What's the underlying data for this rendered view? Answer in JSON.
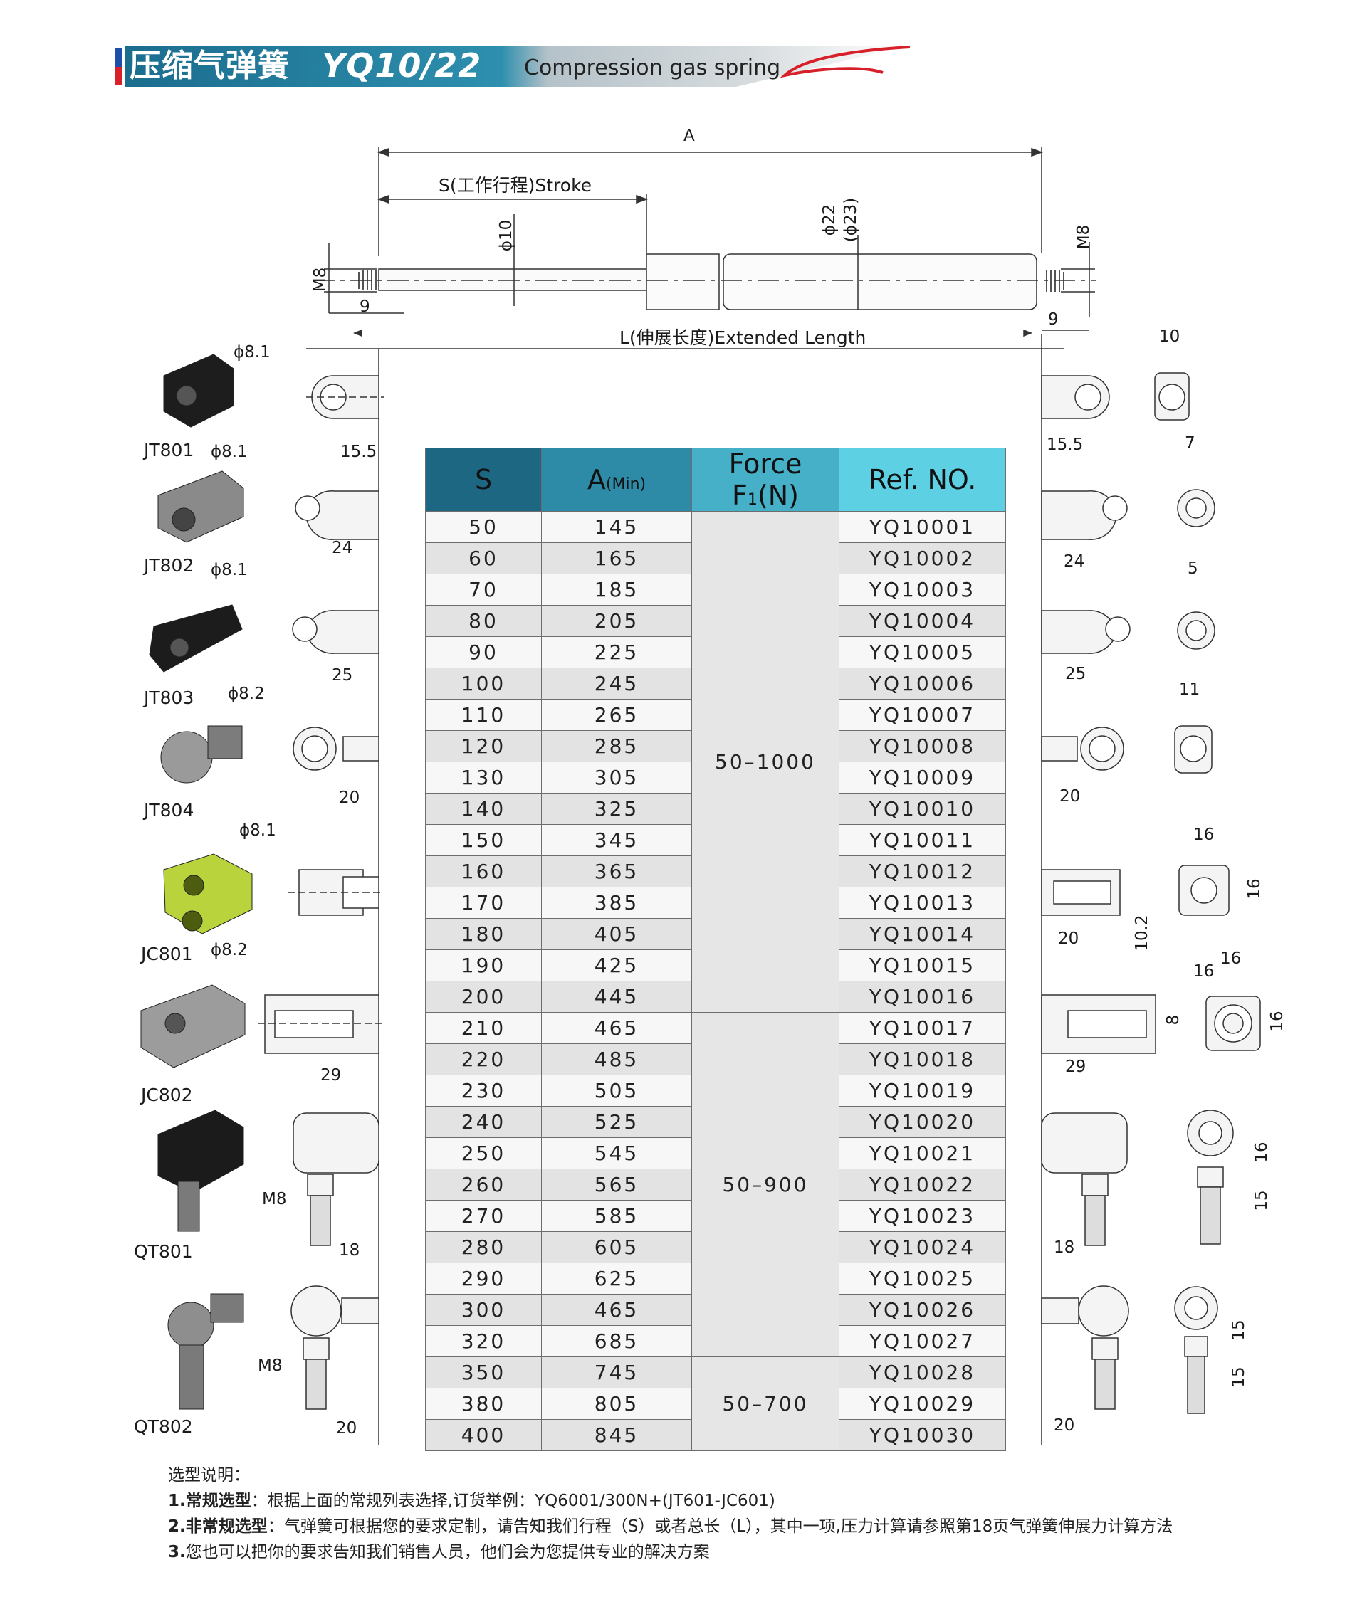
{
  "header": {
    "title_cn": "压缩气弹簧",
    "model": "YQ10/22",
    "title_en": "Compression gas spring"
  },
  "drawing": {
    "dim_A": "A",
    "dim_stroke": "S(工作行程)Stroke",
    "dim_extended": "L(伸展长度)Extended Length",
    "rod_diameter": "ϕ10",
    "body_diameter": "ϕ22",
    "body_diameter_alt": "(ϕ23)",
    "thread_left": "M8",
    "thread_right": "M8",
    "thread_len_left": "9",
    "thread_len_right": "9"
  },
  "fittings_left": [
    {
      "code": "JT801",
      "hole": "ϕ8.1",
      "len": "15.5"
    },
    {
      "code": "JT802",
      "hole": "ϕ8.1",
      "len": "24"
    },
    {
      "code": "JT803",
      "hole": "ϕ8.1",
      "len": "25"
    },
    {
      "code": "JT804",
      "hole": "ϕ8.2",
      "len": "20"
    },
    {
      "code": "JC801",
      "hole": "ϕ8.1",
      "len": ""
    },
    {
      "code": "JC802",
      "hole": "ϕ8.2",
      "len": "29"
    },
    {
      "code": "QT801",
      "thread": "M8",
      "len": "18"
    },
    {
      "code": "QT802",
      "thread": "M8",
      "len": "20"
    }
  ],
  "fittings_right": {
    "d1_len": "15.5",
    "d1_w": "10",
    "d2_len": "24",
    "d2_w": "7",
    "d3_len": "25",
    "d3_w": "5",
    "d4_len": "20",
    "d4_w": "11",
    "d5_len": "20",
    "d5_gap": "10.2",
    "d5_w": "16",
    "d5_h": "16",
    "d6_len": "29",
    "d6_gap": "8",
    "d6_w": "16",
    "d6_w2": "16",
    "d6_h": "16",
    "d7_len": "18",
    "d7_h1": "16",
    "d7_h2": "15",
    "d8_len": "20",
    "d8_h1": "15",
    "d8_h2": "15"
  },
  "table": {
    "headers": {
      "s": "S",
      "a": "A",
      "a_sub": "(Min)",
      "force": "Force F",
      "force_sub": "1",
      "force_unit": "(N)",
      "ref": "Ref. NO."
    },
    "force_groups": [
      "50–1000",
      "50–900",
      "50–700"
    ],
    "rows": [
      {
        "s": "50",
        "a": "145",
        "ref": "YQ10001"
      },
      {
        "s": "60",
        "a": "165",
        "ref": "YQ10002"
      },
      {
        "s": "70",
        "a": "185",
        "ref": "YQ10003"
      },
      {
        "s": "80",
        "a": "205",
        "ref": "YQ10004"
      },
      {
        "s": "90",
        "a": "225",
        "ref": "YQ10005"
      },
      {
        "s": "100",
        "a": "245",
        "ref": "YQ10006"
      },
      {
        "s": "110",
        "a": "265",
        "ref": "YQ10007"
      },
      {
        "s": "120",
        "a": "285",
        "ref": "YQ10008"
      },
      {
        "s": "130",
        "a": "305",
        "ref": "YQ10009"
      },
      {
        "s": "140",
        "a": "325",
        "ref": "YQ10010"
      },
      {
        "s": "150",
        "a": "345",
        "ref": "YQ10011"
      },
      {
        "s": "160",
        "a": "365",
        "ref": "YQ10012"
      },
      {
        "s": "170",
        "a": "385",
        "ref": "YQ10013"
      },
      {
        "s": "180",
        "a": "405",
        "ref": "YQ10014"
      },
      {
        "s": "190",
        "a": "425",
        "ref": "YQ10015"
      },
      {
        "s": "200",
        "a": "445",
        "ref": "YQ10016"
      },
      {
        "s": "210",
        "a": "465",
        "ref": "YQ10017"
      },
      {
        "s": "220",
        "a": "485",
        "ref": "YQ10018"
      },
      {
        "s": "230",
        "a": "505",
        "ref": "YQ10019"
      },
      {
        "s": "240",
        "a": "525",
        "ref": "YQ10020"
      },
      {
        "s": "250",
        "a": "545",
        "ref": "YQ10021"
      },
      {
        "s": "260",
        "a": "565",
        "ref": "YQ10022"
      },
      {
        "s": "270",
        "a": "585",
        "ref": "YQ10023"
      },
      {
        "s": "280",
        "a": "605",
        "ref": "YQ10024"
      },
      {
        "s": "290",
        "a": "625",
        "ref": "YQ10025"
      },
      {
        "s": "300",
        "a": "465",
        "ref": "YQ10026"
      },
      {
        "s": "320",
        "a": "685",
        "ref": "YQ10027"
      },
      {
        "s": "350",
        "a": "745",
        "ref": "YQ10028"
      },
      {
        "s": "380",
        "a": "805",
        "ref": "YQ10029"
      },
      {
        "s": "400",
        "a": "845",
        "ref": "YQ10030"
      }
    ]
  },
  "notes": {
    "title": "选型说明：",
    "n1_num": "1.",
    "n1_bold": "常规选型",
    "n1_text": "：根据上面的常规列表选择,订货举例：YQ6001/300N+(JT601-JC601)",
    "n2_num": "2.",
    "n2_bold": "非常规选型",
    "n2_text": "：气弹簧可根据您的要求定制，请告知我们行程（S）或者总长（L），其中一项,压力计算请参照第18页气弹簧伸展力计算方法",
    "n3_num": "3.",
    "n3_text": "您也可以把你的要求告知我们销售人员，他们会为您提供专业的解决方案"
  }
}
